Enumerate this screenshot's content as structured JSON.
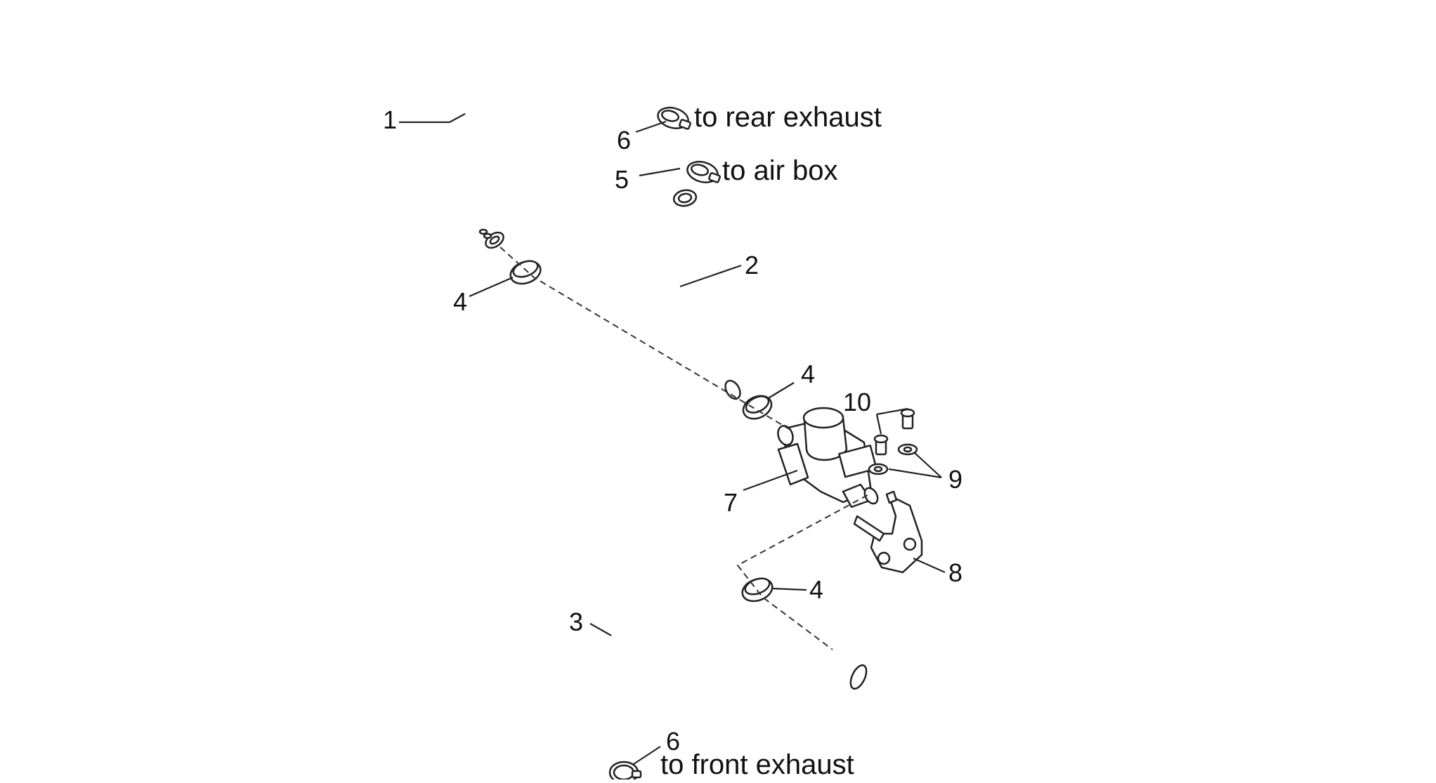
{
  "diagram": {
    "part_numbers": {
      "p1": "1",
      "p2": "2",
      "p3": "3",
      "p4a": "4",
      "p4b": "4",
      "p4c": "4",
      "p5": "5",
      "p6a": "6",
      "p6b": "6",
      "p7": "7",
      "p8": "8",
      "p9": "9",
      "p10": "10"
    },
    "destinations": {
      "rear_exhaust": "to rear exhaust",
      "air_box": "to air box",
      "front_exhaust": "to front exhaust"
    },
    "colors": {
      "line": "#222222",
      "background": "#ffffff"
    }
  }
}
